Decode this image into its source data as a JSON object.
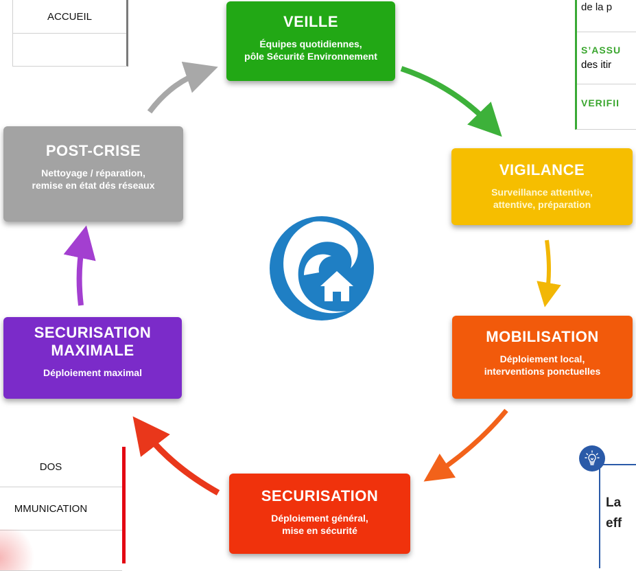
{
  "top_left_table": {
    "rows": [
      "ACCUEIL",
      ""
    ]
  },
  "top_right_box": {
    "line1": "de la p",
    "line2_green": "S’ASSU",
    "line2_black": "des itir",
    "line3_green": "VERIFII"
  },
  "bottom_left_table": {
    "rows": [
      "DOS",
      "MMUNICATION",
      ""
    ]
  },
  "bottom_right_box": {
    "line1": "La",
    "line2": "eff"
  },
  "steps": {
    "veille": {
      "title": "VEILLE",
      "desc_1": "Équipes quotidiennes,",
      "desc_2": "pôle Sécurité Environnement",
      "color": "#22a815"
    },
    "vigilance": {
      "title": "VIGILANCE",
      "desc_1": "Surveillance attentive,",
      "desc_2": "attentive, préparation",
      "color": "#f6be00"
    },
    "mobilisation": {
      "title": "MOBILISATION",
      "desc_1": "Déploiement local,",
      "desc_2": "interventions ponctuelles",
      "color": "#f25a0b"
    },
    "securisation": {
      "title": "SECURISATION",
      "desc_1": "Déploiement général,",
      "desc_2": "mise en sécurité",
      "color": "#f0320c"
    },
    "securisation_maximale": {
      "title_1": "SECURISATION",
      "title_2": "MAXIMALE",
      "desc_1": "Déploiement maximal",
      "color": "#7b2bc9"
    },
    "post_crise": {
      "title": "POST-CRISE",
      "desc_1": "Nettoyage / réparation,",
      "desc_2": "remise en état dés réseaux",
      "color": "#a3a3a3"
    }
  },
  "icons": {
    "center": "wave-house-icon",
    "bulb": "lightbulb-icon"
  }
}
